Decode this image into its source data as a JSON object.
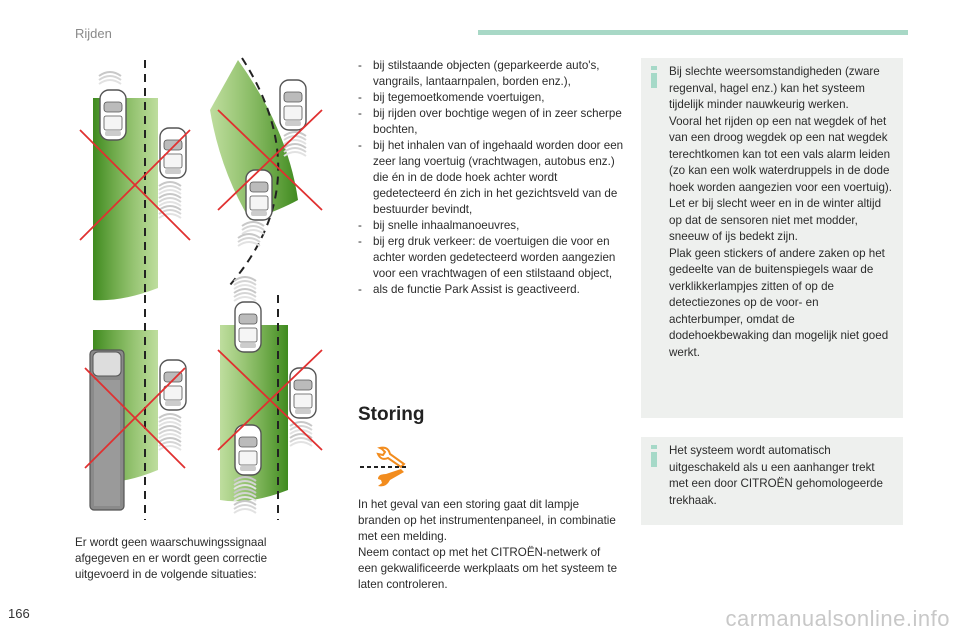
{
  "header": {
    "title": "Rijden",
    "accent_color": "#a8d8c6"
  },
  "page_number": "166",
  "intro_text": "Er wordt geen waarschuwingssignaal afgegeven en er wordt geen correctie uitgevoerd in de volgende situaties:",
  "situations": [
    "bij stilstaande objecten (geparkeerde auto's, vangrails, lantaarnpalen, borden enz.),",
    "bij tegemoetkomende voertuigen,",
    "bij rijden over bochtige wegen of in zeer scherpe bochten,",
    "bij het inhalen van of ingehaald worden door een zeer lang voertuig (vrachtwagen, autobus enz.) die én in de dode hoek achter wordt gedetecteerd én zich in het gezichtsveld van de bestuurder bevindt,",
    "bij snelle inhaalmanoeuvres,",
    "bij erg druk verkeer: de voertuigen die voor en achter worden gedetecteerd worden aangezien voor een vrachtwagen of een stilstaand object,",
    "als de functie Park Assist is geactiveerd."
  ],
  "storing": {
    "title": "Storing",
    "text": "In het geval van een storing gaat dit lampje branden op het instrumentenpaneel, in combinatie met een melding.\nNeem contact op met het CITROËN-netwerk of een gekwalificeerde werkplaats om het systeem te laten controleren."
  },
  "info_box_1": "Bij slechte weersomstandigheden (zware regenval, hagel enz.) kan het systeem tijdelijk minder nauwkeurig werken.\nVooral het rijden op een nat wegdek of het van een droog wegdek op een nat wegdek terechtkomen kan tot een vals alarm leiden (zo kan een wolk waterdruppels in de dode hoek worden aangezien voor een voertuig).\nLet er bij slecht weer en in de winter altijd op dat de sensoren niet met modder, sneeuw of ijs bedekt zijn.\nPlak geen stickers of andere zaken op het gedeelte van de buitenspiegels waar de verklikkerlampjes zitten of op de detectiezones op de voor- en achterbumper, omdat de dodehoekbewaking dan mogelijk niet goed werkt.",
  "info_box_2": "Het systeem wordt automatisch uitgeschakeld als u een aanhanger trekt met een door CITROËN gehomologeerde trekhaak.",
  "watermark": "carmanualsonline.info",
  "colors": {
    "zone_green": "#5a9e2e",
    "cross_red": "#e03030",
    "info_bg": "#eef0ee",
    "info_icon": "#a6d9c8",
    "wrench": "#f28c1e"
  },
  "icons": [
    "info-icon",
    "wrench-icon",
    "car-icon",
    "truck-icon"
  ]
}
